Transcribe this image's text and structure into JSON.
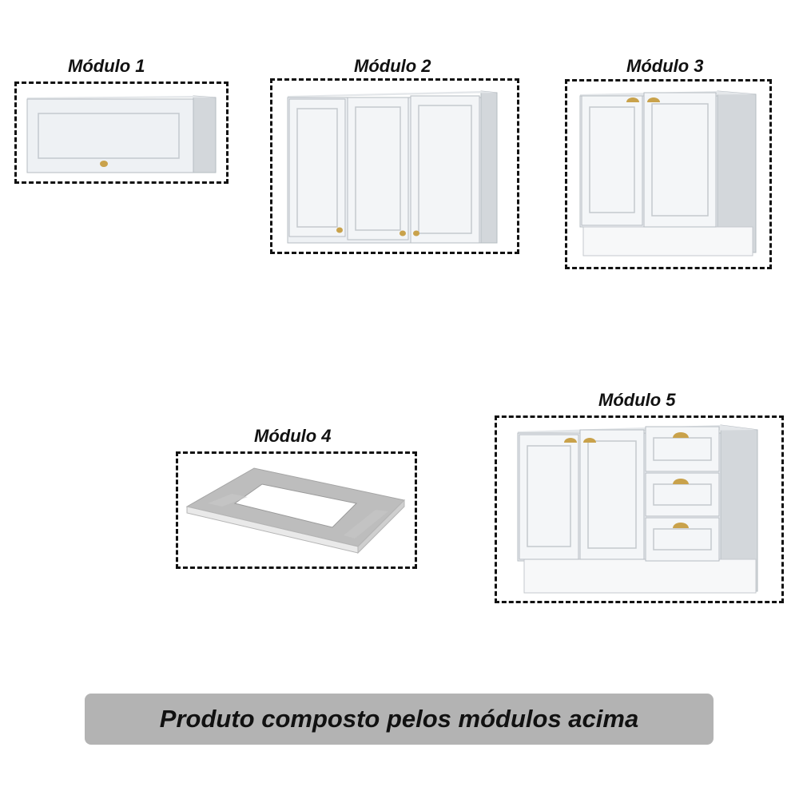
{
  "modules": {
    "m1": {
      "label": "Módulo 1",
      "image": "wall-cabinet-flip-up-door"
    },
    "m2": {
      "label": "Módulo 2",
      "image": "wall-cabinet-three-doors"
    },
    "m3": {
      "label": "Módulo 3",
      "image": "base-cabinet-two-doors"
    },
    "m4": {
      "label": "Módulo 4",
      "image": "countertop-with-sink-cutout"
    },
    "m5": {
      "label": "Módulo 5",
      "image": "base-cabinet-two-doors-three-drawers"
    }
  },
  "footer": {
    "text": "Produto composto pelos módulos acima"
  },
  "colors": {
    "cabinet_face": "#eef1f4",
    "cabinet_side": "#d3d7db",
    "outline": "#b6bcc2",
    "handle": "#c9a24b",
    "countertop": "#b9b9b9",
    "banner": "#b3b3b3",
    "dash": "#111111"
  }
}
